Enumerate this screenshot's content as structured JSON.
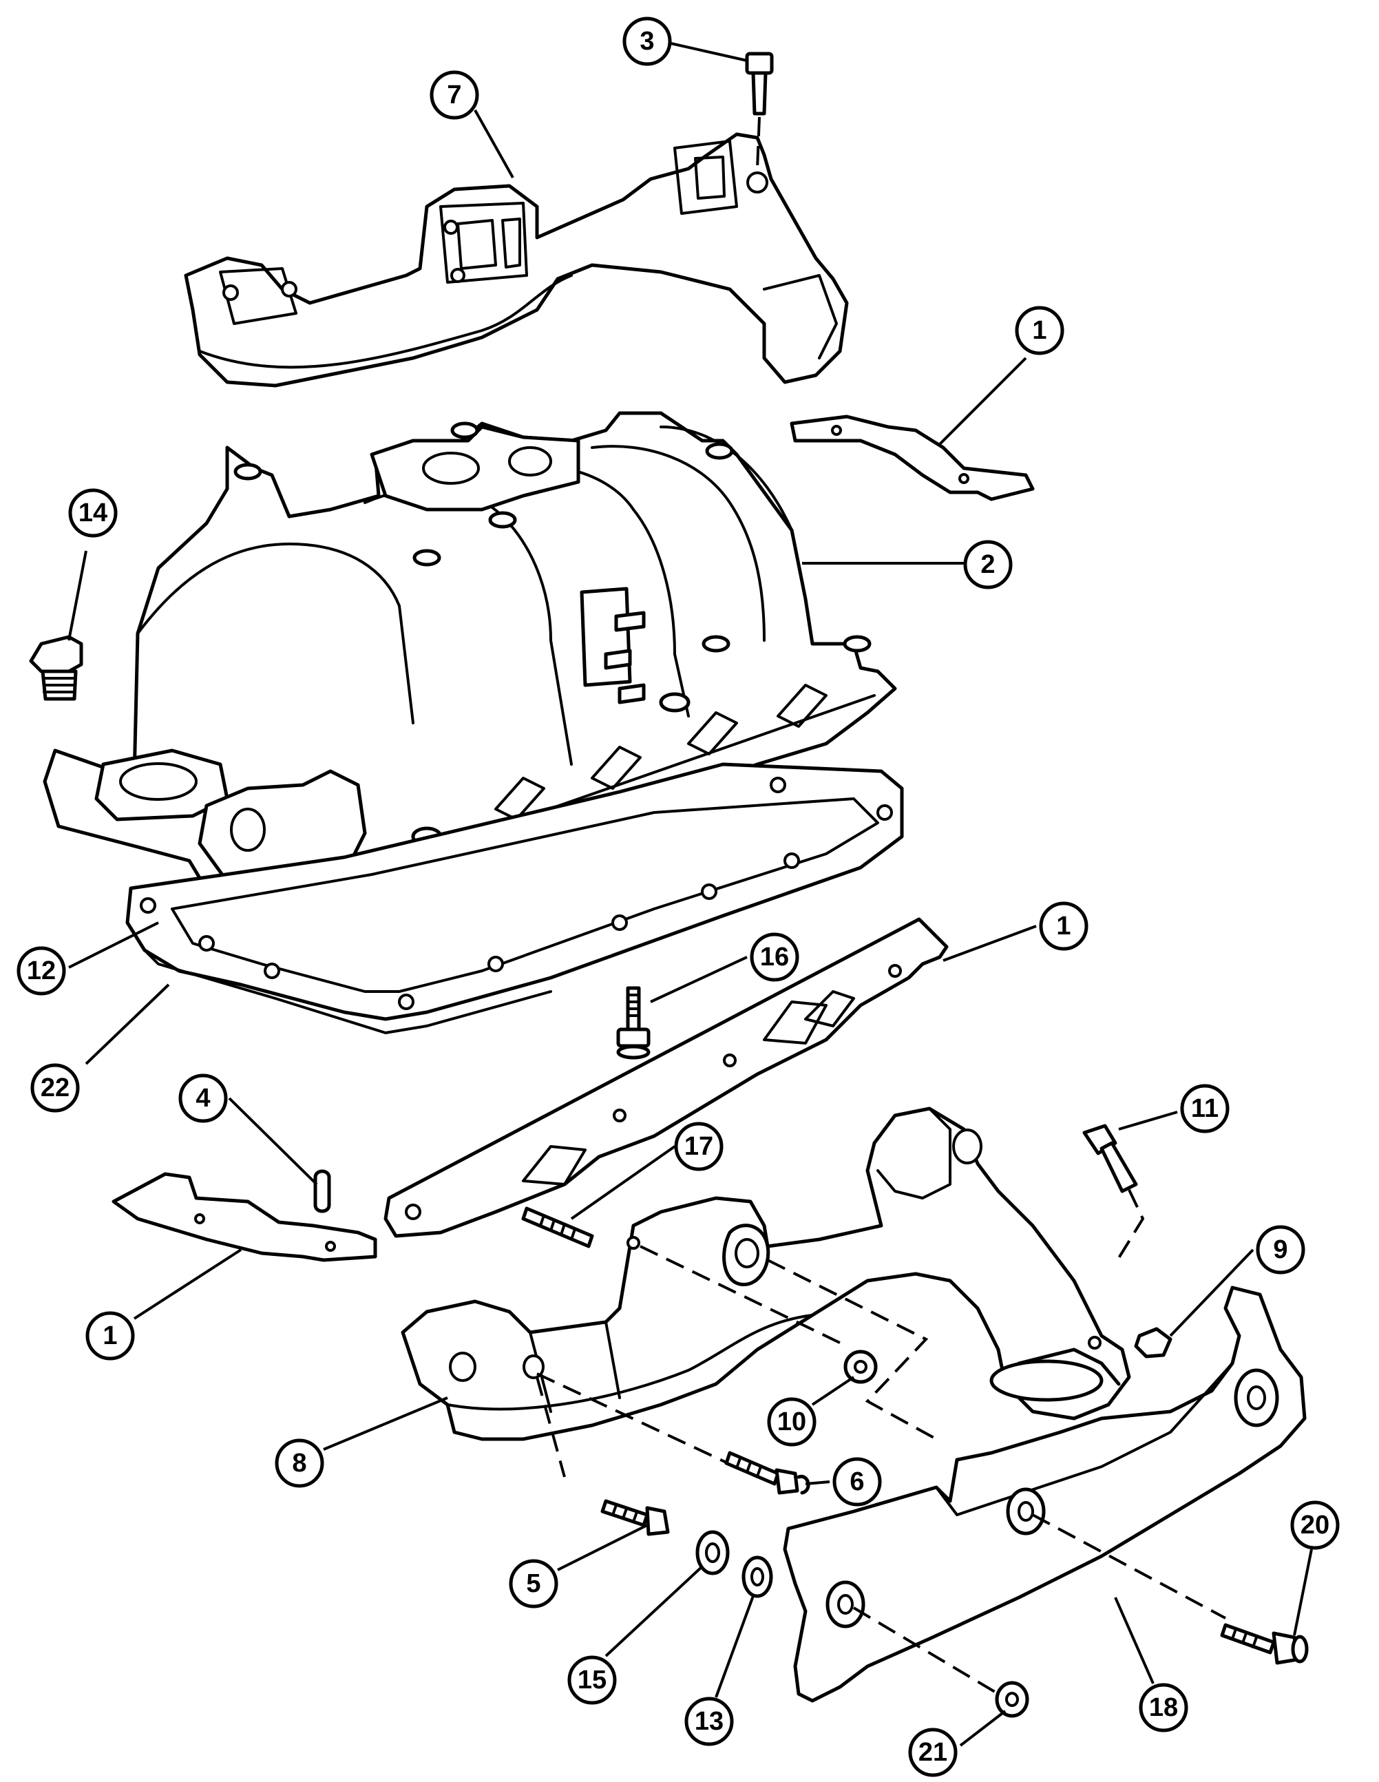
{
  "callouts": [
    {
      "id": "c3",
      "label": "3"
    },
    {
      "id": "c7",
      "label": "7"
    },
    {
      "id": "c1a",
      "label": "1"
    },
    {
      "id": "c2",
      "label": "2"
    },
    {
      "id": "c14",
      "label": "14"
    },
    {
      "id": "c12",
      "label": "12"
    },
    {
      "id": "c22",
      "label": "22"
    },
    {
      "id": "c1b",
      "label": "1"
    },
    {
      "id": "c16",
      "label": "16"
    },
    {
      "id": "c4",
      "label": "4"
    },
    {
      "id": "c11",
      "label": "11"
    },
    {
      "id": "c17",
      "label": "17"
    },
    {
      "id": "c1c",
      "label": "1"
    },
    {
      "id": "c9",
      "label": "9"
    },
    {
      "id": "c10",
      "label": "10"
    },
    {
      "id": "c8",
      "label": "8"
    },
    {
      "id": "c6",
      "label": "6"
    },
    {
      "id": "c20",
      "label": "20"
    },
    {
      "id": "c5",
      "label": "5"
    },
    {
      "id": "c15",
      "label": "15"
    },
    {
      "id": "c13",
      "label": "13"
    },
    {
      "id": "c18",
      "label": "18"
    },
    {
      "id": "c21",
      "label": "21"
    }
  ]
}
